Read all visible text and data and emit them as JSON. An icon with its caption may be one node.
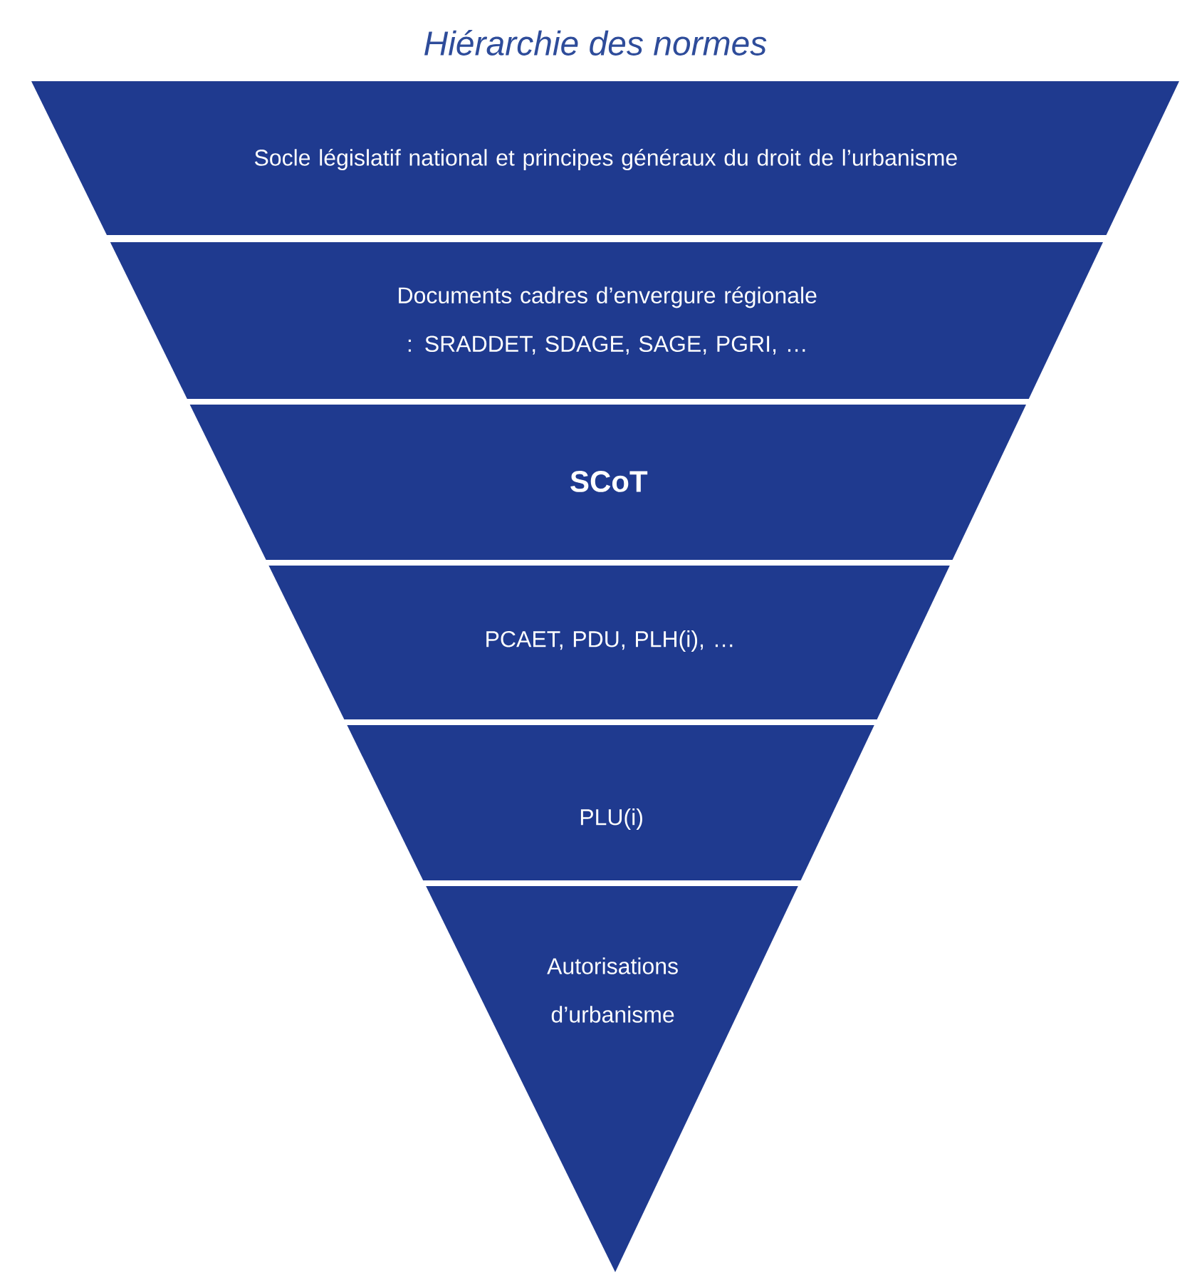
{
  "diagram": {
    "title": "Hiérarchie des normes",
    "nodes": [
      {
        "text": [
          "Socle législatif national et principes généraux du droit de l’urbanisme"
        ]
      },
      {
        "text": [
          "Documents cadres d’envergure régionale : SRADDET, SDAGE, SAGE, PGRI, …"
        ]
      },
      {
        "text": [
          "SCoT"
        ]
      },
      {
        "text": [
          "PCAET, PDU, PLH(i), …"
        ]
      },
      {
        "text": [
          "PLU(i)"
        ]
      },
      {
        "text": [
          "Autorisations d’urbanisme"
        ]
      }
    ]
  }
}
